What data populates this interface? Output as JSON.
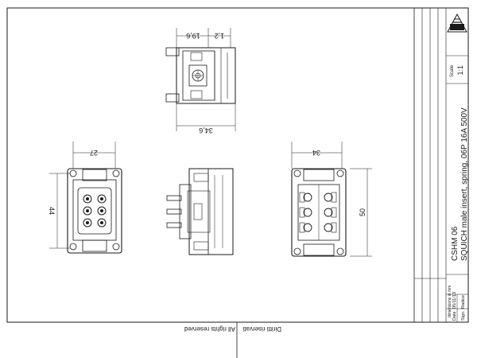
{
  "drawing": {
    "footer": {
      "left": "All rights reserved",
      "right": "Diritti riservati"
    },
    "dimensions": {
      "top_width_a": "19,6",
      "top_width_b": "1,2",
      "top_overall": "34,6",
      "front_width": "27",
      "front_height": "44",
      "rear_width": "34",
      "rear_height": "50"
    },
    "title_block": {
      "scale_label": "Scale",
      "scale_value": "1:1",
      "part_code": "CSHM 06",
      "description": "SQUICH male insert, spring, 06P 16A 500V",
      "dims_note": "dimensions in mm",
      "date_label": "Date",
      "date_value": "05/11/13",
      "sign_label": "Sign.",
      "sign_value": "Radice"
    }
  }
}
